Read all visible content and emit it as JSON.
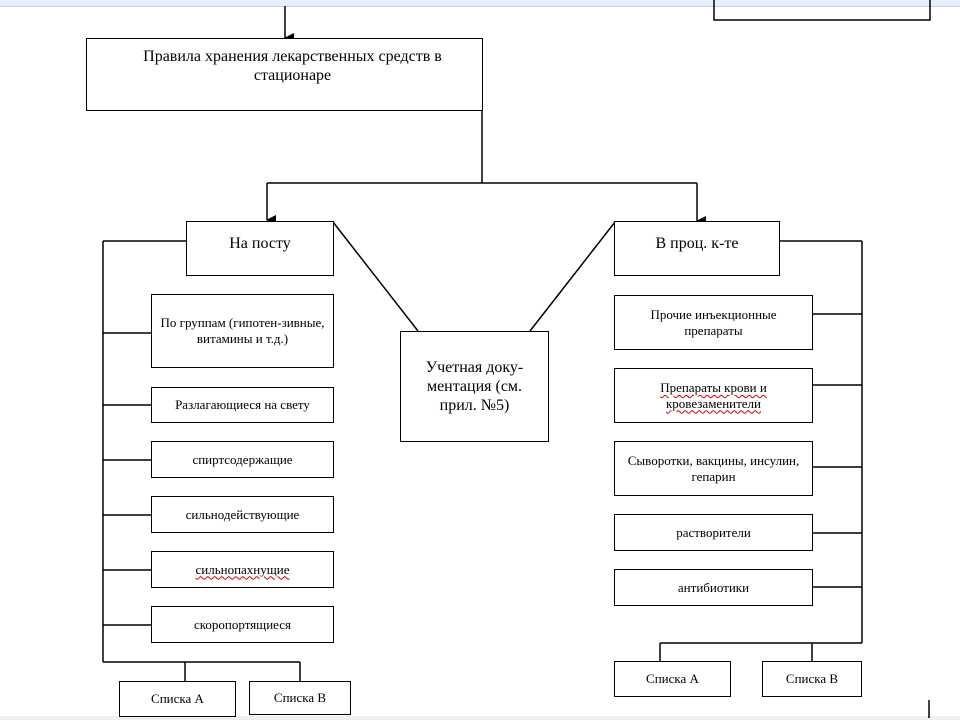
{
  "root": "Правила хранения лекарственных средств в стационаре",
  "left": {
    "title": "На посту",
    "items": [
      "По группам (гипотен-зивные, витамины и т.д.)",
      "Разлагающиеся на свету",
      "спиртсодержащие",
      "сильнодействующие",
      "сильнопахнущие",
      "скоропортящиеся"
    ],
    "lists": [
      "Списка А",
      "Списка В"
    ]
  },
  "center": "Учетная доку-ментация (см. прил. №5)",
  "right": {
    "title": "В проц. к-те",
    "items": [
      "Прочие инъекционные препараты",
      "Препараты крови и кровезаменители",
      "Сыворотки, вакцины, инсулин, гепарин",
      "растворители",
      "антибиотики"
    ],
    "lists": [
      "Списка А",
      "Списка В"
    ]
  }
}
